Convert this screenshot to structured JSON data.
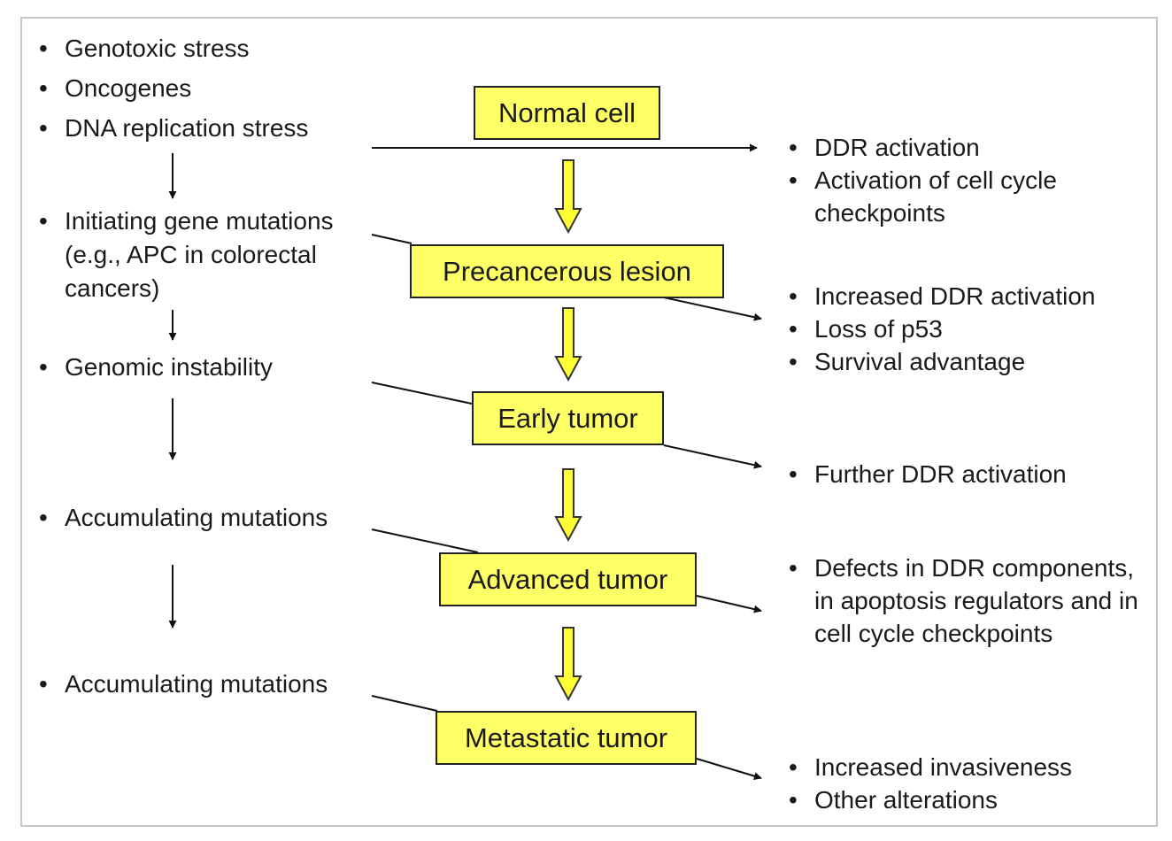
{
  "stages": [
    {
      "id": "normal",
      "label": "Normal cell"
    },
    {
      "id": "precancerous",
      "label": "Precancerous lesion"
    },
    {
      "id": "early",
      "label": "Early tumor"
    },
    {
      "id": "advanced",
      "label": "Advanced tumor"
    },
    {
      "id": "metastatic",
      "label": "Metastatic tumor"
    }
  ],
  "causes": {
    "stress": [
      "Genotoxic stress",
      "Oncogenes",
      "DNA replication stress"
    ],
    "initiating": [
      "Initiating gene mutations (e.g., APC in colorectal cancers)"
    ],
    "instability": [
      "Genomic instability"
    ],
    "accumulating_1": [
      "Accumulating mutations"
    ],
    "accumulating_2": [
      "Accumulating mutations"
    ]
  },
  "responses": {
    "normal": [
      "DDR activation",
      "Activation of cell cycle checkpoints"
    ],
    "precancerous": [
      "Increased DDR activation",
      "Loss of p53",
      "Survival advantage"
    ],
    "early": [
      "Further DDR activation"
    ],
    "advanced": [
      "Defects in DDR components, in apoptosis regulators and in cell cycle checkpoints"
    ],
    "metastatic": [
      "Increased invasiveness",
      "Other alterations"
    ]
  },
  "colors": {
    "box_fill": "#ffff66",
    "arrow_fill": "#ffff33",
    "line": "#111111",
    "frame": "#c8c8c8"
  }
}
